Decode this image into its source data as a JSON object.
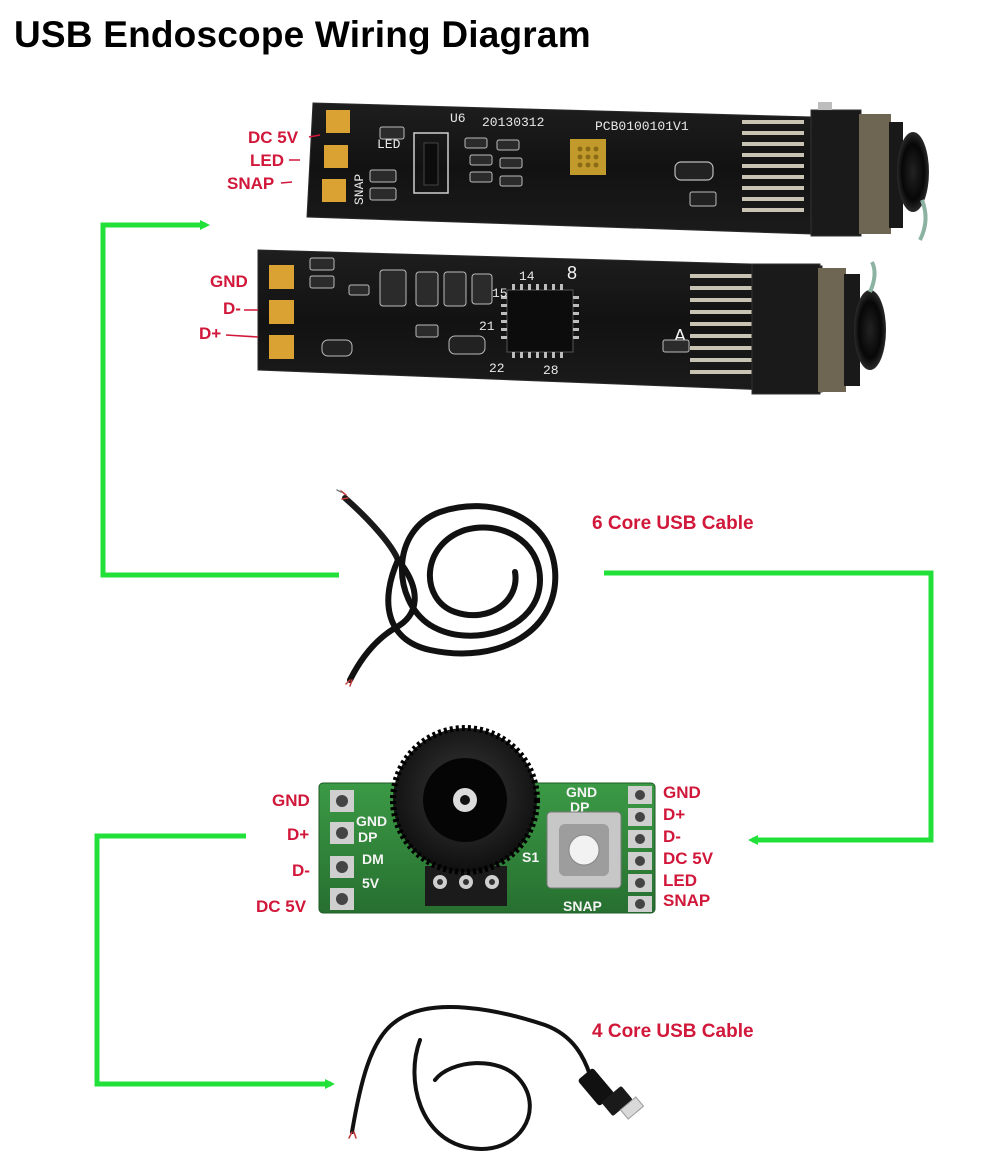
{
  "title": "USB Endoscope Wiring Diagram",
  "colors": {
    "title": "#000000",
    "label": "#d1183a",
    "connector": "#22e03a",
    "pcb_black": "#141414",
    "pcb_green": "#2f8a3a",
    "pad_gold": "#d9a233"
  },
  "camera_top": {
    "pins": [
      "DC 5V",
      "LED",
      "SNAP"
    ],
    "silk": {
      "code": "U6",
      "date": "20130312",
      "part": "PCB0100101V1",
      "led": "LED",
      "snap": "SNAP"
    }
  },
  "camera_bottom": {
    "pins": [
      "GND",
      "D-",
      "D+"
    ],
    "silk": {
      "n22": "22",
      "n28": "28",
      "n14": "14",
      "n15": "15",
      "n21": "21",
      "n8": "8",
      "a": "A"
    }
  },
  "cable_6": {
    "label": "6 Core USB Cable"
  },
  "control_board": {
    "left_pins": [
      "GND",
      "D+",
      "D-",
      "DC 5V"
    ],
    "left_silk": [
      "GND",
      "DP",
      "DM",
      "5V"
    ],
    "right_pins": [
      "GND",
      "D+",
      "D-",
      "DC 5V",
      "LED",
      "SNAP"
    ],
    "right_silk": {
      "gnd": "GND",
      "dp": "DP",
      "s1": "S1",
      "snap": "SNAP"
    },
    "parts": [
      "potentiometer-knob",
      "snap-push-button"
    ]
  },
  "cable_4": {
    "label": "4 Core USB Cable"
  },
  "connectors": [
    {
      "from": "cable-6-core",
      "to": "camera-top",
      "style": "arrow"
    },
    {
      "from": "cable-6-core",
      "to": "control-board-right",
      "style": "arrow"
    },
    {
      "from": "control-board-left",
      "to": "cable-4-core",
      "style": "arrow"
    }
  ]
}
